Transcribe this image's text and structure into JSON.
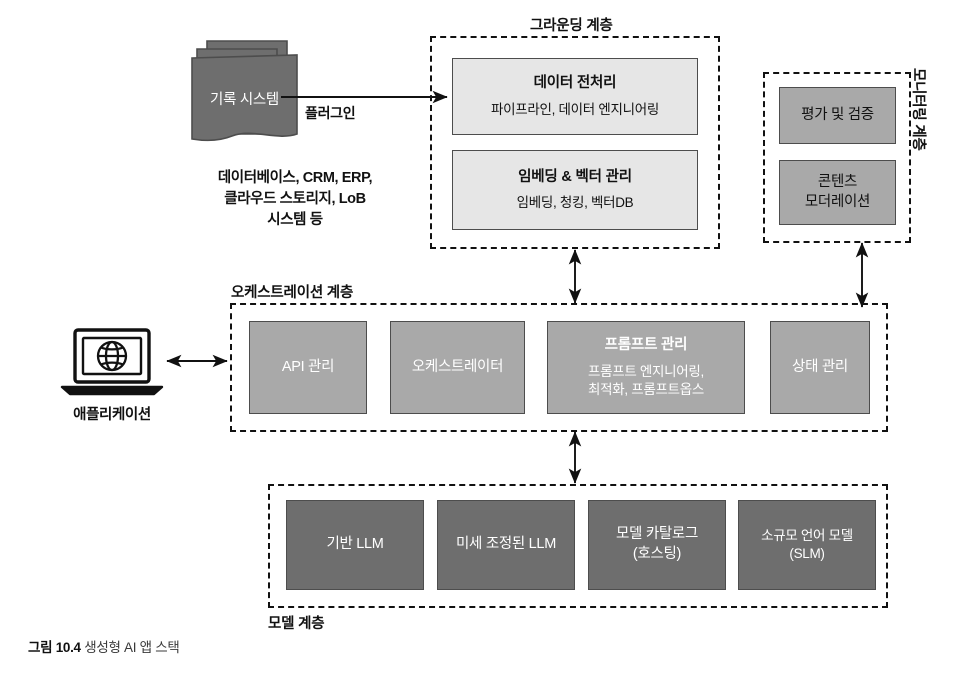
{
  "figure": {
    "caption_number": "그림 10.4",
    "caption_text": "생성형 AI 앱 스택"
  },
  "source": {
    "stack_label": "기록 시스템",
    "description": "데이터베이스, CRM, ERP,\n클라우드 스토리지, LoB\n시스템 등",
    "connector_label": "플러그인"
  },
  "client": {
    "label": "애플리케이션",
    "icon": "laptop-globe-icon"
  },
  "layers": {
    "grounding": {
      "title": "그라운딩 계층",
      "nodes": [
        {
          "title": "데이터 전처리",
          "sub": "파이프라인, 데이터 엔지니어링"
        },
        {
          "title": "임베딩 & 벡터 관리",
          "sub": "임베딩, 청킹, 벡터DB"
        }
      ]
    },
    "monitoring": {
      "title": "모니터링 계층",
      "nodes": [
        {
          "title": "평가 및 검증"
        },
        {
          "title": "콘텐츠\n모더레이션"
        }
      ]
    },
    "orchestration": {
      "title": "오케스트레이션 계층",
      "nodes": [
        {
          "title": "API 관리"
        },
        {
          "title": "오케스트레이터"
        },
        {
          "title": "프롬프트 관리",
          "sub": "프롬프트 엔지니어링,\n최적화, 프롬프트옵스"
        },
        {
          "title": "상태 관리"
        }
      ]
    },
    "model": {
      "title": "모델 계층",
      "nodes": [
        {
          "title": "기반 LLM"
        },
        {
          "title": "미세 조정된 LLM"
        },
        {
          "title": "모델 카탈로그\n(호스팅)"
        },
        {
          "title": "소규모 언어 모델\n(SLM)"
        }
      ]
    }
  },
  "colors": {
    "light_box": "#e6e6e6",
    "mid_box": "#a9a9a9",
    "dark_box": "#6e6e6e",
    "border": "#4d4d4d",
    "dashed_border": "#111111",
    "background": "#ffffff"
  }
}
